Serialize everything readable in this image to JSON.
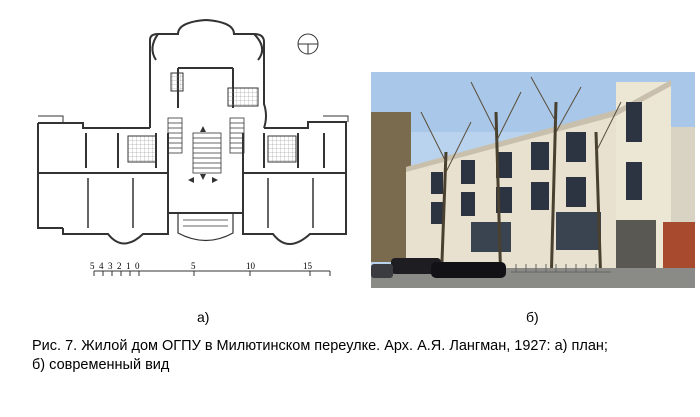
{
  "figure": {
    "label_a": "а)",
    "label_b": "б)",
    "caption_line1": "Рис. 7. Жилой дом ОГПУ в Милютинском переулке. Арх. А.Я. Лангман, 1927: а) план;",
    "caption_line2": "б) современный вид"
  },
  "plan_scale": {
    "ticks": [
      "5",
      "4",
      "3",
      "2",
      "1",
      "0",
      "5",
      "10",
      "15"
    ]
  },
  "colors": {
    "wall": "#333333",
    "hatch": "#888888",
    "sky": "#b9d3ee",
    "facade": "#e8e1cf",
    "windows": "#2b3440"
  }
}
